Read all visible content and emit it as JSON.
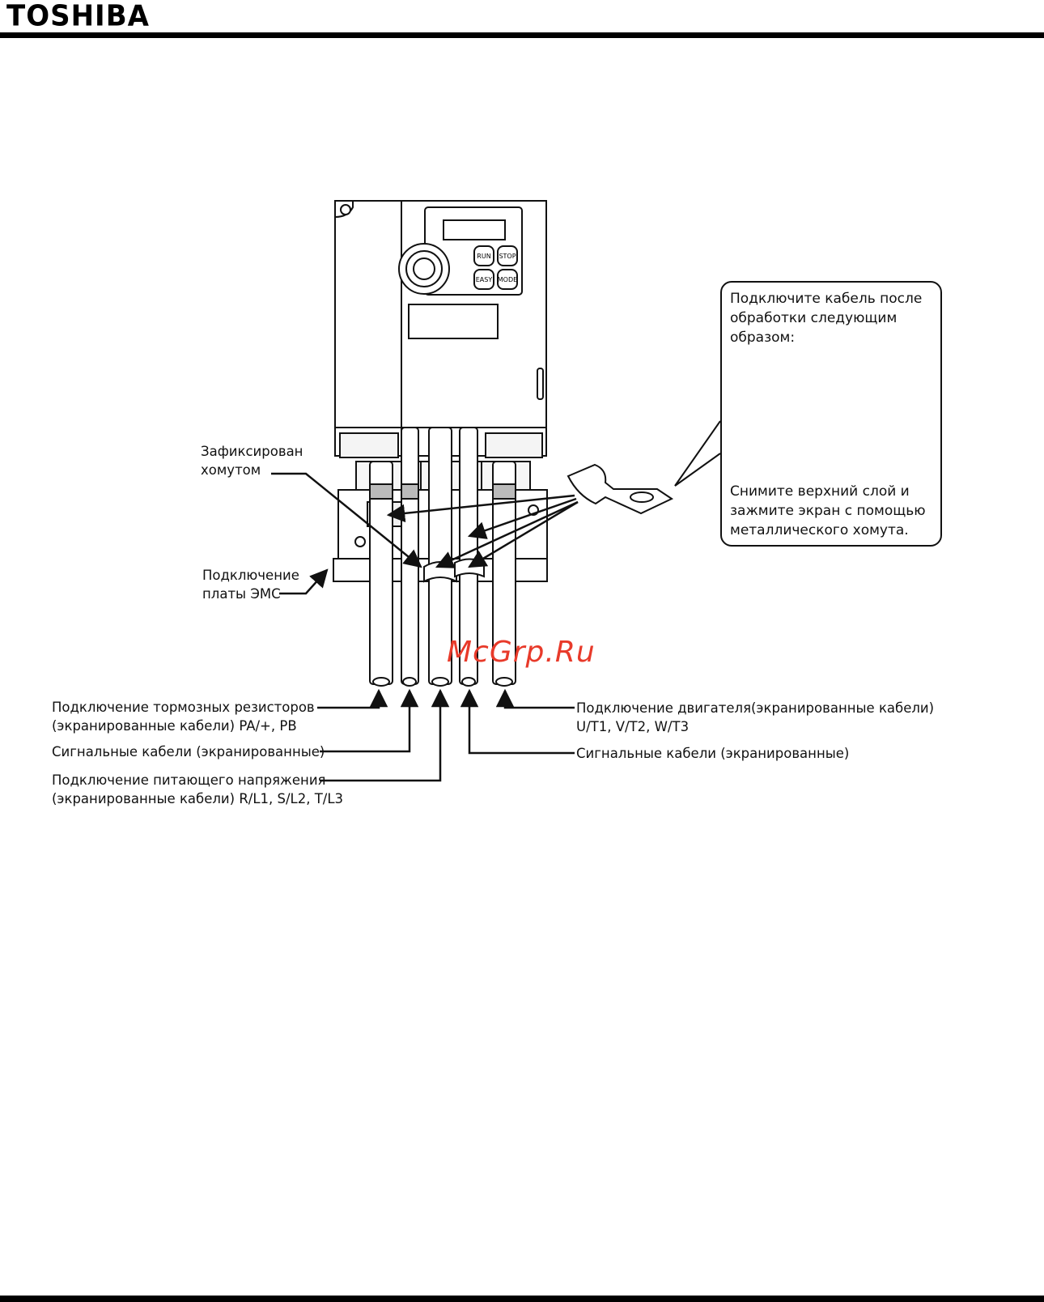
{
  "header": {
    "brand": "TOSHIBA"
  },
  "device": {
    "buttons": [
      "RUN",
      "STOP",
      "EASY",
      "MODE"
    ]
  },
  "labels": {
    "clamp_fixed": [
      "Зафиксирован",
      "хомутом"
    ],
    "emc_plate": [
      "Подключение",
      "платы ЭМС"
    ],
    "brake_resistor": [
      "Подключение тормозных резисторов",
      "(экранированные кабели) PA/+, PB"
    ],
    "signal_left": "Сигнальные кабели (экранированные)",
    "power_supply": [
      "Подключение питающего напряжения",
      "(экранированные кабели) R/L1, S/L2, T/L3"
    ],
    "motor": [
      "Подключение двигателя(экранированные кабели)",
      "U/T1, V/T2, W/T3"
    ],
    "signal_right": "Сигнальные кабели (экранированные)"
  },
  "callout": {
    "top_text": [
      "Подключите кабель после",
      "обработки следующим",
      "образом:"
    ],
    "bottom_text": [
      "Снимите верхний слой и",
      "зажмите экран с помощью",
      "металлического хомута."
    ]
  },
  "watermark": "McGrp.Ru"
}
